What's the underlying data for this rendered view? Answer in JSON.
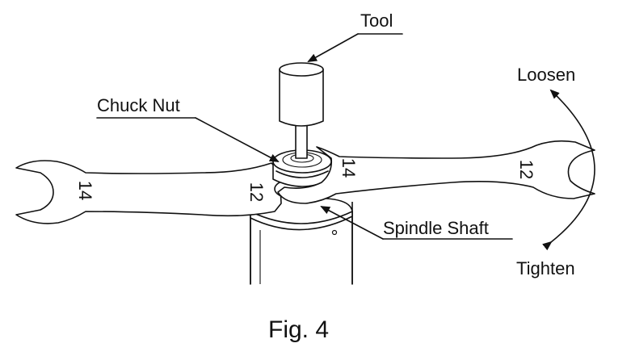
{
  "labels": {
    "tool": "Tool",
    "chuck_nut": "Chuck Nut",
    "spindle_shaft": "Spindle Shaft",
    "loosen": "Loosen",
    "tighten": "Tighten"
  },
  "wrench_left": {
    "end_left": "14",
    "end_right": "12"
  },
  "wrench_right": {
    "end_left": "14",
    "end_right": "12"
  },
  "caption": "Fig. 4"
}
